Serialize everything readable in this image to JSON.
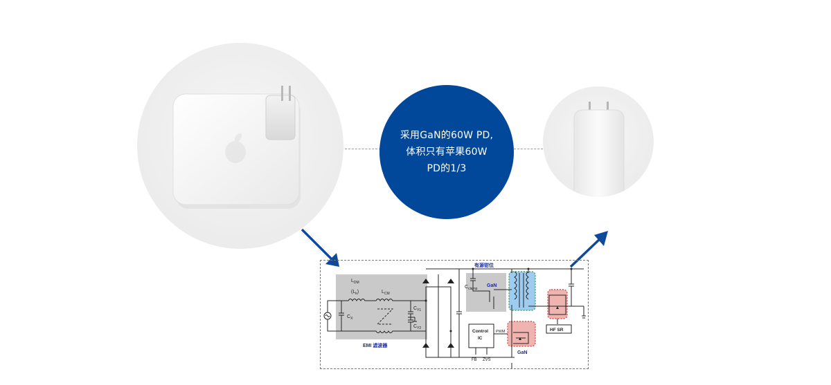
{
  "callout": {
    "lines": [
      "采用GaN的60W PD,",
      "体积只有苹果60W",
      "PD的1/3"
    ],
    "color": "#02489a"
  },
  "diagram": {
    "top_label": "有源钳位",
    "emi_label": "EMI 滤波器",
    "ldm": "L",
    "ldm_sub": "DM",
    "lk": "(L",
    "lk_sub": "k",
    "lk_close": ")",
    "lcm": "L",
    "lcm_sub": "CM",
    "cx": "C",
    "cx_sub": "X",
    "cy1": "C",
    "cy1_sub": "Y1",
    "cy2": "C",
    "cy2_sub": "Y2",
    "cclamp": "C",
    "cclamp_sub": "clamp",
    "gan_top": "GaN",
    "gan_bottom": "GaN",
    "control_line1": "Control",
    "control_line2": "IC",
    "pwm": "PWM",
    "fb": "FB",
    "zvs": "ZVS",
    "hfsr": "HF SR",
    "gan_color": "#1b2a9e"
  }
}
